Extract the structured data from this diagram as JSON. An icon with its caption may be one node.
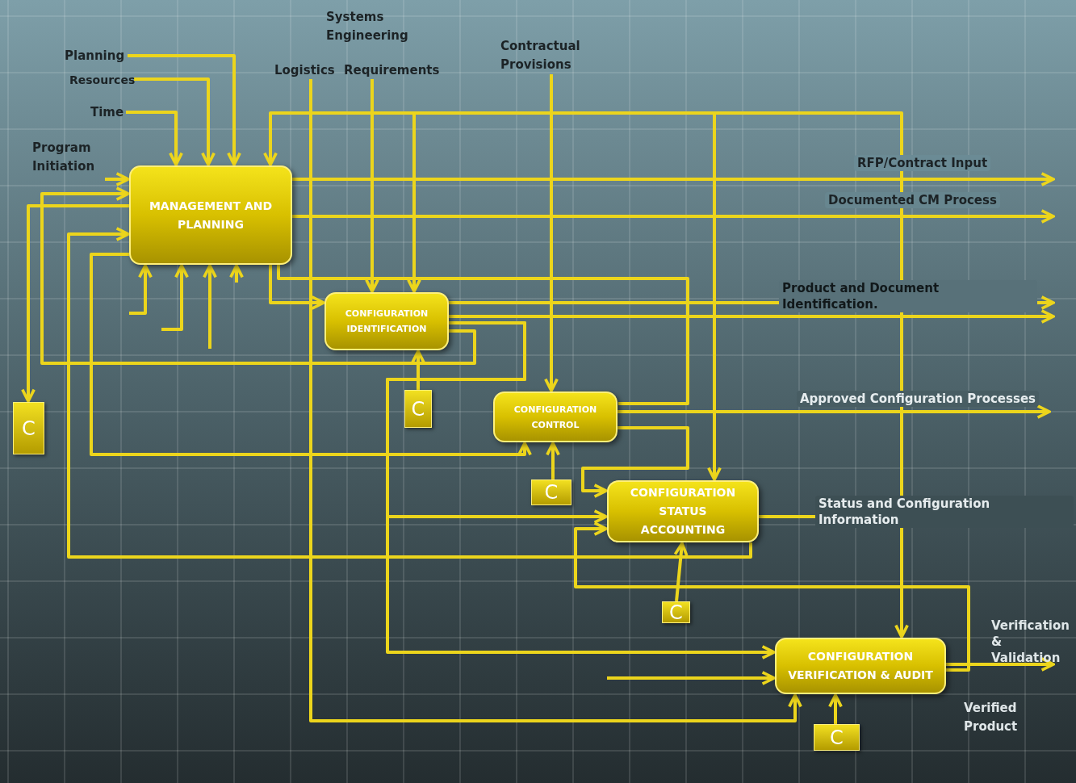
{
  "diagram": {
    "nodes": [
      {
        "text": [
          "Contractual Provisions"
        ]
      },
      {
        "text": [
          "Planning"
        ]
      },
      {
        "text": [
          "Logistics"
        ]
      },
      {
        "text": [
          "Requirements"
        ]
      },
      {
        "text": [
          "Resources"
        ]
      },
      {
        "text": [
          "Time"
        ]
      },
      {
        "text": [
          "Program Initiation"
        ]
      },
      {
        "text": [
          "MANAGEMENT AND PLANNING"
        ]
      },
      {
        "text": [
          "CONFIGURATION IDENTIFICATION"
        ]
      },
      {
        "text": [
          "C"
        ]
      },
      {
        "text": [
          "C"
        ]
      },
      {
        "text": [
          "CONFIGURATION CONTROL"
        ]
      },
      {
        "text": [
          "CONFIGURATION STATUS ACCOUNTING"
        ]
      },
      {
        "text": [
          "C"
        ]
      },
      {
        "text": [
          "C"
        ]
      },
      {
        "text": [
          "CONFIGURATION VERIFICATION & AUDIT"
        ]
      },
      {
        "text": [
          "C"
        ]
      }
    ],
    "edges": [
      {
        "from": 1,
        "to": 7,
        "arrow": "to"
      },
      {
        "from": 4,
        "to": 7,
        "arrow": "to"
      },
      {
        "from": 5,
        "to": 7,
        "arrow": "to"
      },
      {
        "from": 6,
        "to": 7,
        "arrow": "to"
      },
      {
        "from": null,
        "to": 7,
        "arrow": "to"
      },
      {
        "from": null,
        "to": 8,
        "arrow": "to"
      },
      {
        "from": null,
        "to": 12,
        "arrow": "to"
      },
      {
        "from": null,
        "to": 15,
        "arrow": "to"
      },
      {
        "from": 2,
        "to": 15,
        "arrow": "to"
      },
      {
        "from": 3,
        "to": 8,
        "arrow": "to"
      },
      {
        "from": 0,
        "to": 11,
        "arrow": "to"
      },
      {
        "from": 7,
        "to": null,
        "arrow": "to",
        "label": "RFP/Contract  Input"
      },
      {
        "from": 7,
        "to": null,
        "arrow": "to",
        "label": "Documented CM Process"
      },
      {
        "from": 8,
        "to": null,
        "arrow": "to",
        "label": "Product and Document Identification."
      },
      {
        "from": 8,
        "to": null,
        "arrow": "to"
      },
      {
        "from": 11,
        "to": null,
        "arrow": "to",
        "label": "Approved Configuration Processes"
      },
      {
        "from": 12,
        "to": null,
        "arrow": "to",
        "label": "Status and Configuration Information"
      },
      {
        "from": 15,
        "to": null,
        "arrow": "to",
        "label": "Verification & Validation"
      },
      {
        "from": 7,
        "to": 9,
        "arrow": "to"
      },
      {
        "from": 10,
        "to": 8,
        "arrow": "to"
      },
      {
        "from": 13,
        "to": 11,
        "arrow": "to"
      },
      {
        "from": 14,
        "to": 12,
        "arrow": "to"
      },
      {
        "from": 16,
        "to": 15,
        "arrow": "to"
      },
      {
        "from": 8,
        "to": 7,
        "arrow": "to"
      },
      {
        "from": 12,
        "to": 7,
        "arrow": "to"
      },
      {
        "from": 7,
        "to": 11,
        "arrow": "to"
      },
      {
        "from": 7,
        "to": 8,
        "arrow": "to"
      },
      {
        "from": 11,
        "to": 12,
        "arrow": "to"
      },
      {
        "from": 8,
        "to": 12,
        "arrow": "to"
      },
      {
        "from": 8,
        "to": 15,
        "arrow": "to"
      },
      {
        "from": null,
        "to": 15,
        "arrow": "to"
      },
      {
        "from": 7,
        "to": 11,
        "arrow": "none"
      },
      {
        "from": null,
        "to": 7,
        "arrow": "to"
      },
      {
        "from": null,
        "to": 7,
        "arrow": "to"
      },
      {
        "from": null,
        "to": 7,
        "arrow": "to"
      },
      {
        "from": null,
        "to": 7,
        "arrow": "to"
      },
      {
        "from": 15,
        "to": 12,
        "arrow": "to"
      }
    ],
    "labels": [
      "Systems Engineering",
      "Verified Product"
    ]
  }
}
